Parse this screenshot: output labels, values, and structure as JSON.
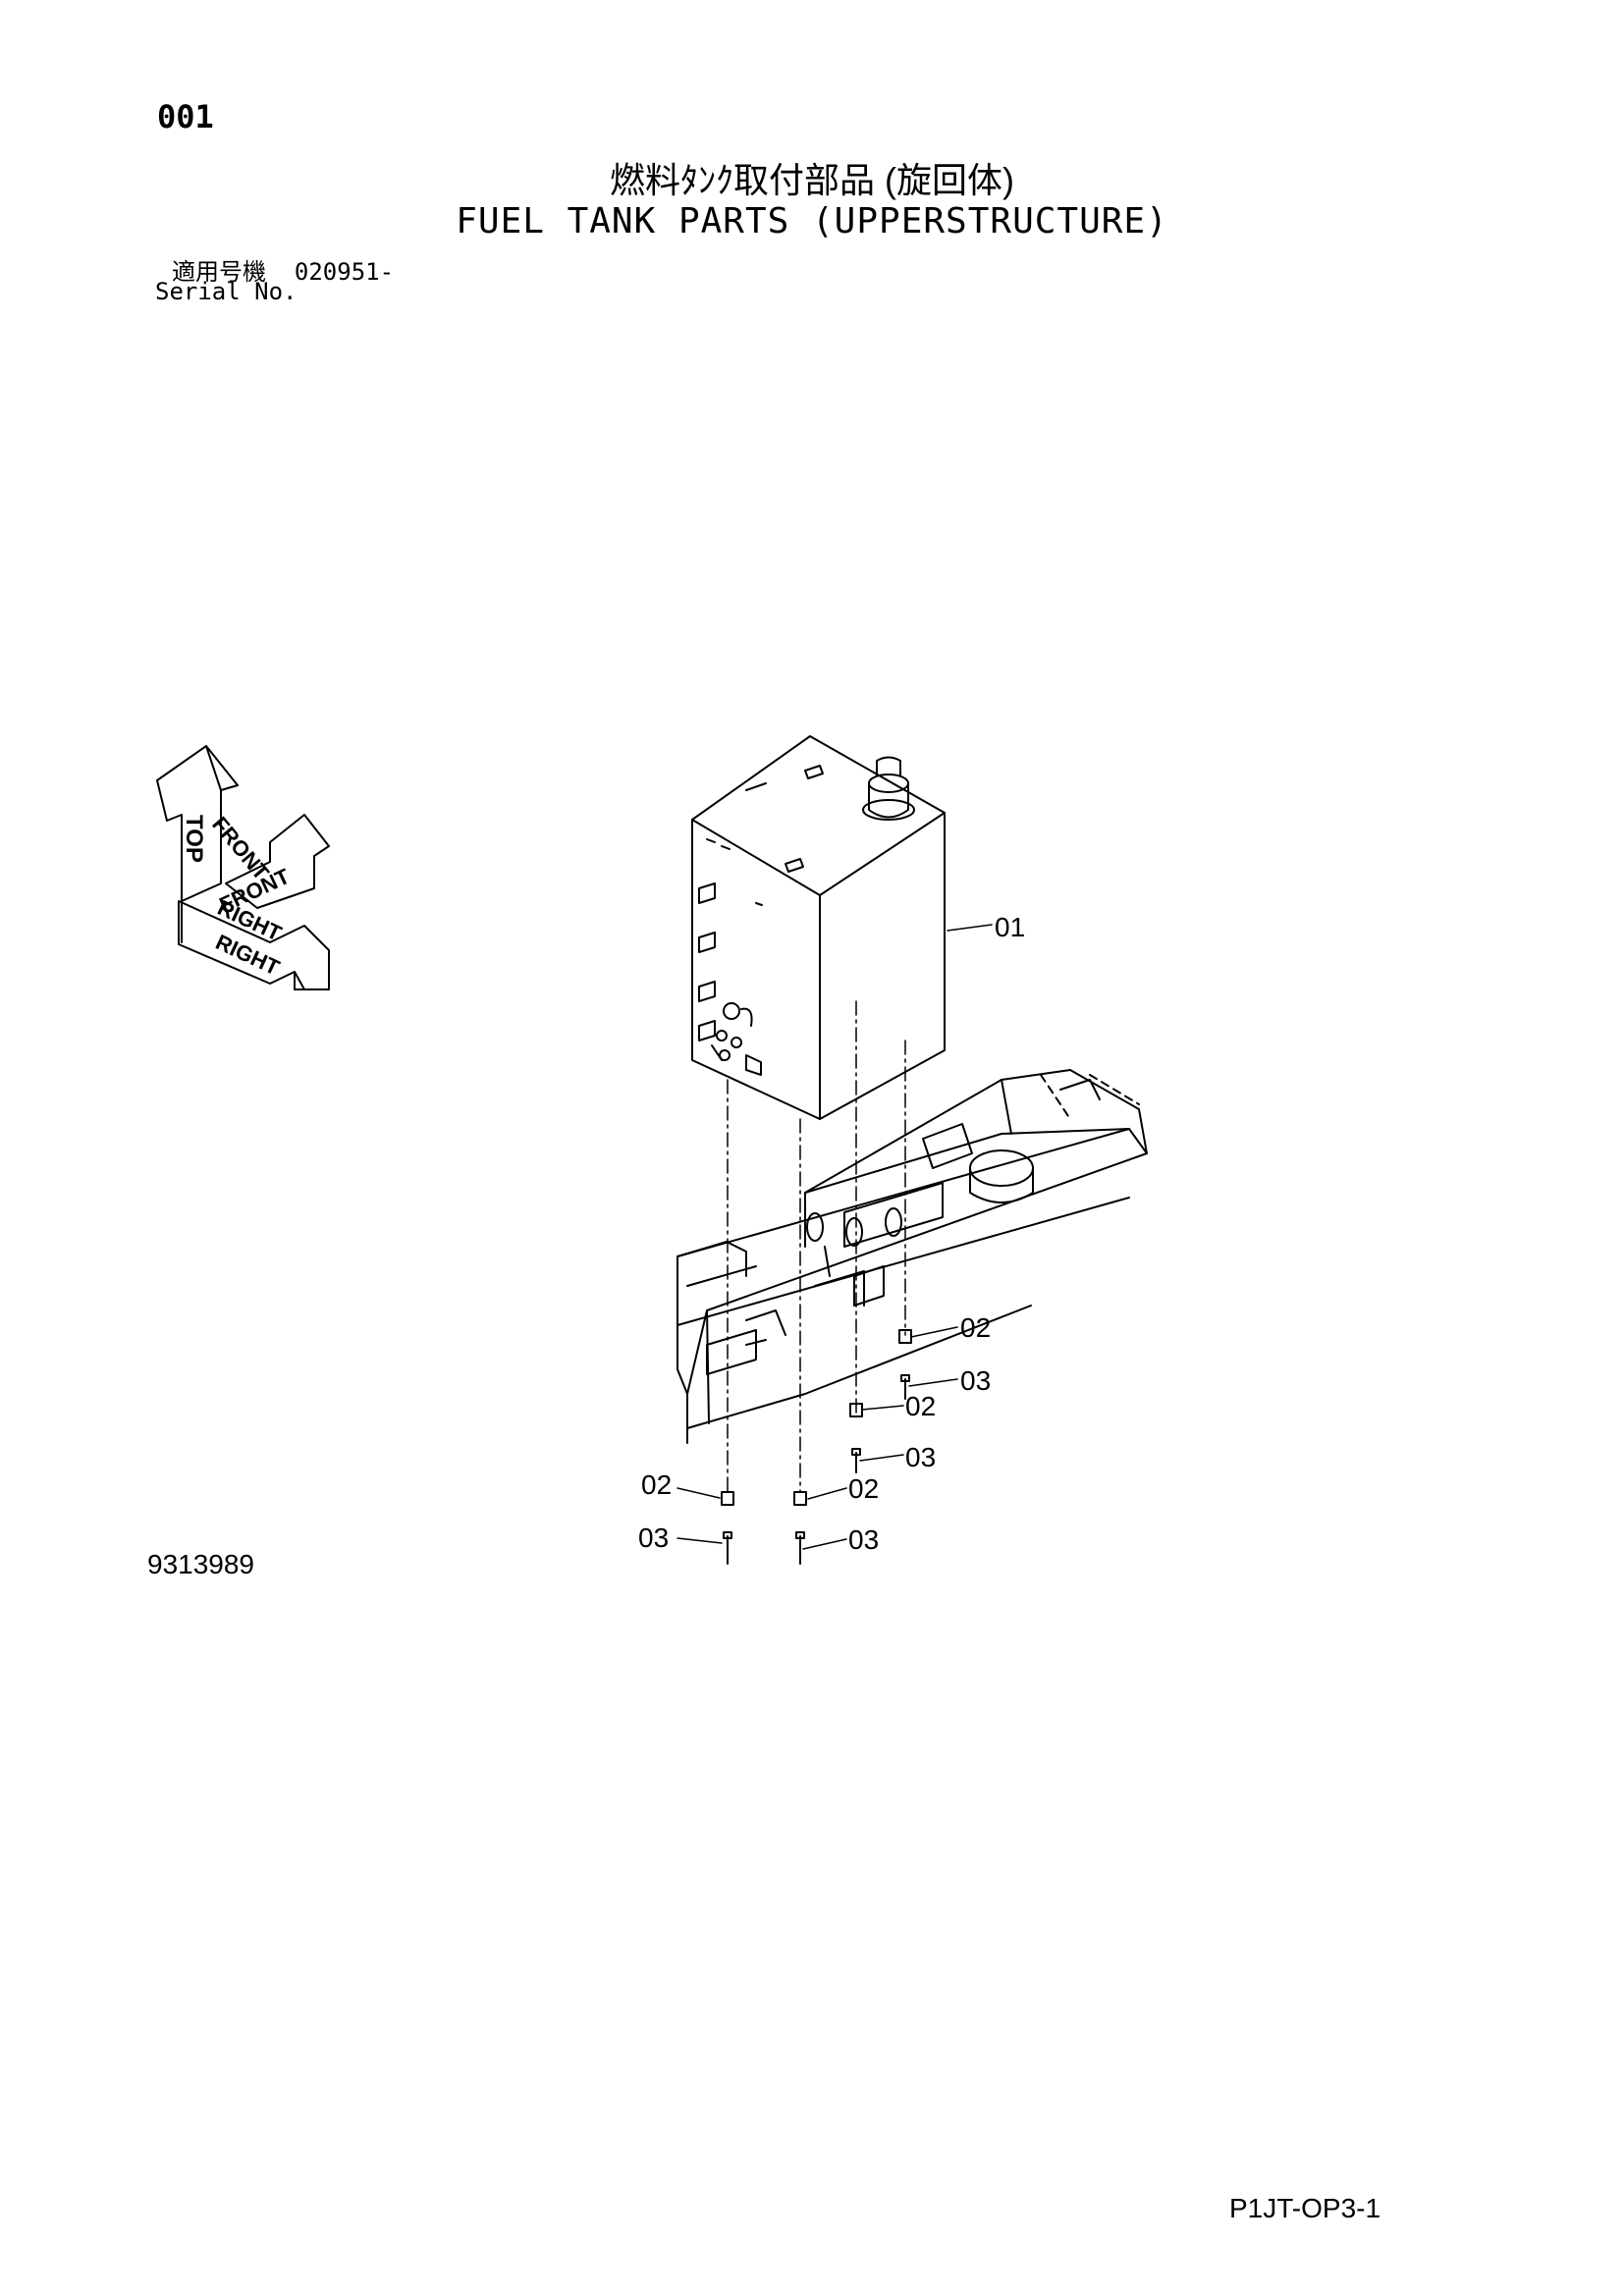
{
  "header": {
    "page_number": "001",
    "title_jp": "燃料ﾀﾝｸ取付部品 (旋回体)",
    "title_en": "FUEL TANK PARTS (UPPERSTRUCTURE)",
    "serial_label_jp": "適用号機",
    "serial_value": "020951-",
    "serial_label_en": "Serial No."
  },
  "orientation": {
    "top": "TOP",
    "front": "FRONT",
    "right": "RIGHT"
  },
  "callouts": {
    "tank": "01",
    "washer": "02",
    "bolt": "03"
  },
  "footer": {
    "drawing_number": "9313989",
    "sheet_id": "P1JT-OP3-1"
  }
}
